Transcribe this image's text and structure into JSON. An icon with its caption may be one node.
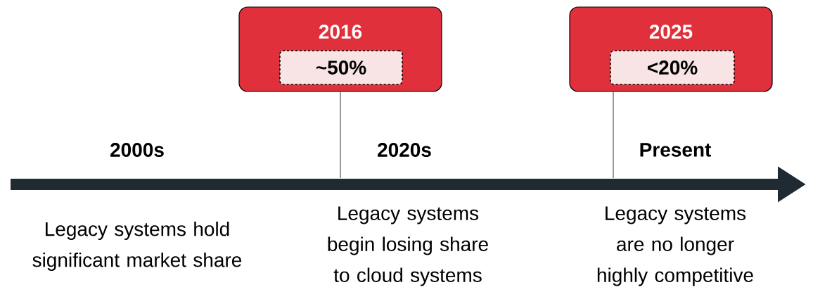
{
  "diagram": {
    "nodes": [
      {
        "text": [
          "2016"
        ]
      },
      {
        "text": [
          "~50%"
        ],
        "in": 0
      },
      {
        "text": [
          "2025"
        ]
      },
      {
        "text": [
          "<20%"
        ],
        "in": 2
      }
    ],
    "edges": [
      {
        "from": 0,
        "to": null,
        "arrow": "none"
      },
      {
        "from": 2,
        "to": null,
        "arrow": "none"
      }
    ],
    "labels": [
      "2000s",
      "2020s",
      "Present",
      "Legacy systems hold significant market share",
      "Legacy systems begin losing share to cloud systems",
      "Legacy systems are no longer highly competitive"
    ]
  }
}
